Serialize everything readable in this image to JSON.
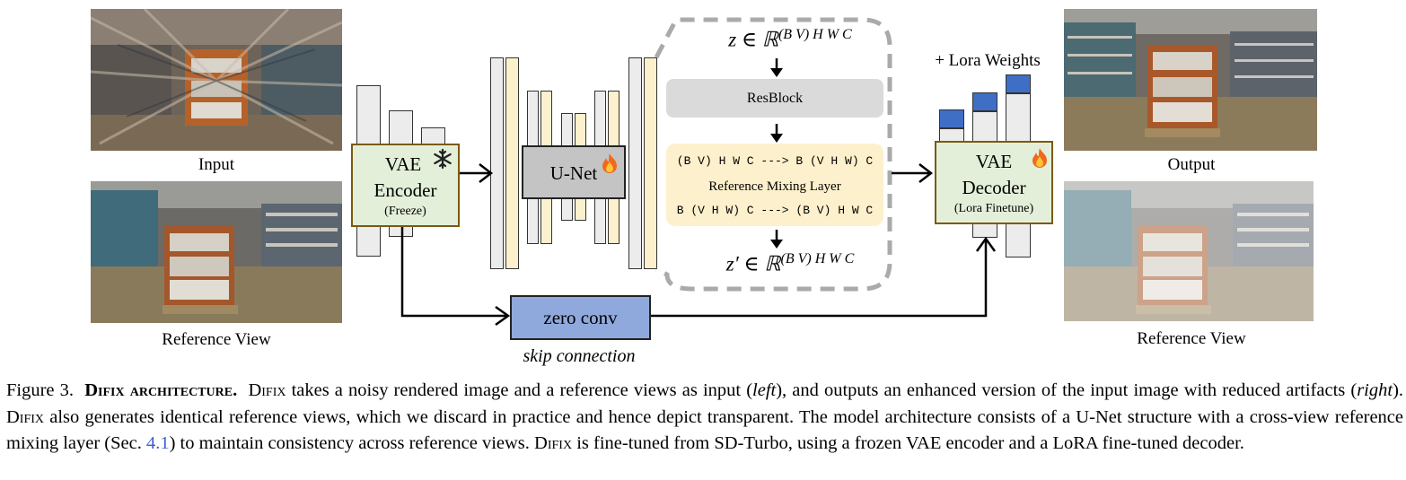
{
  "images": {
    "input_label": "Input",
    "reference_left_label": "Reference View",
    "output_label": "Output",
    "reference_right_label": "Reference View"
  },
  "encoder": {
    "line1": "VAE",
    "line2": "Encoder",
    "line3": "(Freeze)",
    "icon": "snowflake-icon"
  },
  "unet": {
    "label": "U-Net",
    "icon": "fire-icon"
  },
  "detail": {
    "z_in": "z ∈ ℝ",
    "z_in_sup": "(B V) H W C",
    "resblock": "ResBlock",
    "mix_top": "(B V) H W C ---> B (V H W) C",
    "mix_label": "Reference Mixing Layer",
    "mix_bottom": "B (V H W) C ---> (B V) H W C",
    "z_out": "z′ ∈ ℝ",
    "z_out_sup": "(B V) H W C"
  },
  "decoder": {
    "line1": "VAE",
    "line2": "Decoder",
    "line3": "(Lora Finetune)",
    "icon": "fire-icon",
    "lora_label": "+ Lora Weights"
  },
  "skip": {
    "box_label": "zero conv",
    "caption": "skip connection"
  },
  "colors": {
    "cream": "#fdf0cc",
    "gray": "#ececec",
    "lora_blue": "#3f6ec6",
    "zero_conv": "#8fa9dc",
    "green": "#e3efd9",
    "dash": "#aaaaaa"
  },
  "caption": {
    "figure": "Figure 3.",
    "title": "Difix architecture.",
    "p1_name": "Difix",
    "p1_a": " takes a noisy rendered image and a reference views as input (",
    "p1_left": "left",
    "p1_b": "), and outputs an enhanced version of the input image with reduced artifacts (",
    "p1_right": "right",
    "p1_c": "). ",
    "p2_name": "Difix",
    "p2_a": " also generates identical reference views, which we discard in practice and hence depict transparent. The model architecture consists of a U-Net structure with a cross-view reference mixing layer (Sec. ",
    "p2_ref": "4.1",
    "p2_b": ") to maintain consistency across reference views. ",
    "p3_name": "Difix",
    "p3_a": " is fine-tuned from SD-Turbo, using a frozen VAE encoder and a LoRA fine-tuned decoder."
  }
}
